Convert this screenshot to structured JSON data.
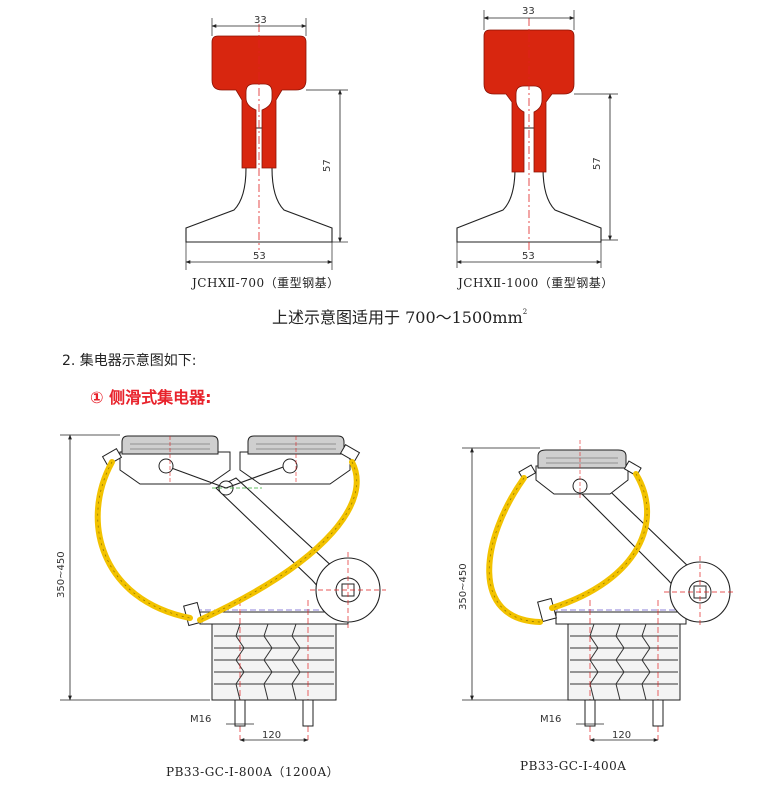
{
  "rails": [
    {
      "width_top": "33",
      "height": "57",
      "width_base": "53",
      "caption": "JCHXⅡ-700（重型钢基）"
    },
    {
      "width_top": "33",
      "height": "57",
      "width_base": "53",
      "caption": "JCHXⅡ-1000（重型钢基）"
    }
  ],
  "summary": {
    "text": "上述示意图适用于 700～1500mm",
    "sup": "2"
  },
  "heading": "2.  集电器示意图如下:",
  "subheading": "① 侧滑式集电器:",
  "collectors": [
    {
      "height_range": "350~450",
      "bolt": "M16",
      "spacing": "120",
      "caption": "PB33-GC-Ⅰ-800A（1200A）"
    },
    {
      "height_range": "350~450",
      "bolt": "M16",
      "spacing": "120",
      "caption": "PB33-GC-Ⅰ-400A"
    }
  ],
  "colors": {
    "conductor": "#d8260f",
    "cable": "#f2c200",
    "line": "#222222",
    "centerline": "#e02020"
  }
}
